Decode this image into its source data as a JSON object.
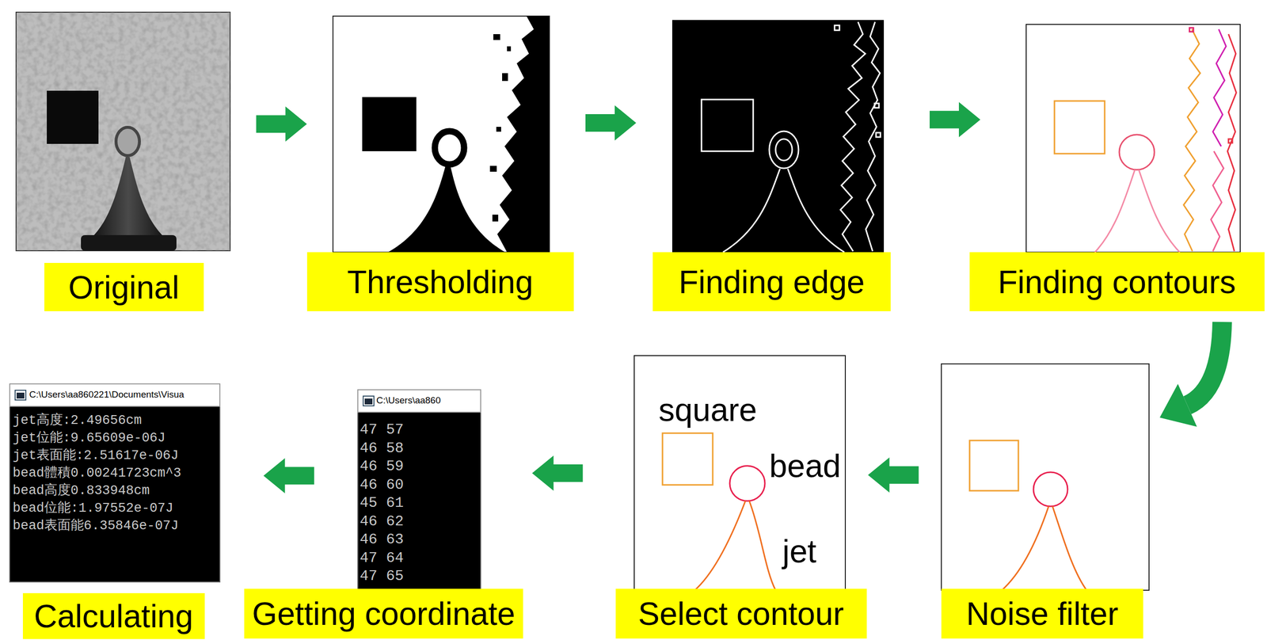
{
  "diagram": {
    "nodes": [
      {
        "text": [
          "Original"
        ]
      },
      {
        "text": [
          "Thresholding"
        ]
      },
      {
        "text": [
          "Finding edge"
        ]
      },
      {
        "text": [
          "Finding contours"
        ]
      },
      {
        "text": [
          "Noise filter"
        ]
      },
      {
        "text": [
          "Select contour"
        ]
      },
      {
        "text": [
          "Getting coordinate"
        ]
      },
      {
        "text": [
          "Calculating"
        ]
      }
    ],
    "edges": [
      {
        "from": 0,
        "to": 1,
        "arrow": "to"
      },
      {
        "from": 1,
        "to": 2,
        "arrow": "to"
      },
      {
        "from": 2,
        "to": 3,
        "arrow": "to"
      },
      {
        "from": 3,
        "to": 4,
        "arrow": "to"
      },
      {
        "from": 4,
        "to": 5,
        "arrow": "to"
      },
      {
        "from": 5,
        "to": 6,
        "arrow": "to"
      },
      {
        "from": 6,
        "to": 7,
        "arrow": "to"
      }
    ],
    "labels": [
      "square",
      "bead",
      "jet",
      "C:\\Users\\aa860",
      "47 57",
      "46 58",
      "46 59",
      "46 60",
      "45 61",
      "46 62",
      "46 63",
      "47 64",
      "47 65",
      "C:\\Users\\aa860221\\Documents\\Visua",
      "jet高度:2.49656cm",
      "jet位能:9.65609e-06J",
      "jet表面能:2.51617e-06J",
      "bead體積0.00241723cm^3",
      "bead高度0.833948cm",
      "bead位能:1.97552e-07J",
      "bead表面能6.35846e-07J"
    ]
  }
}
